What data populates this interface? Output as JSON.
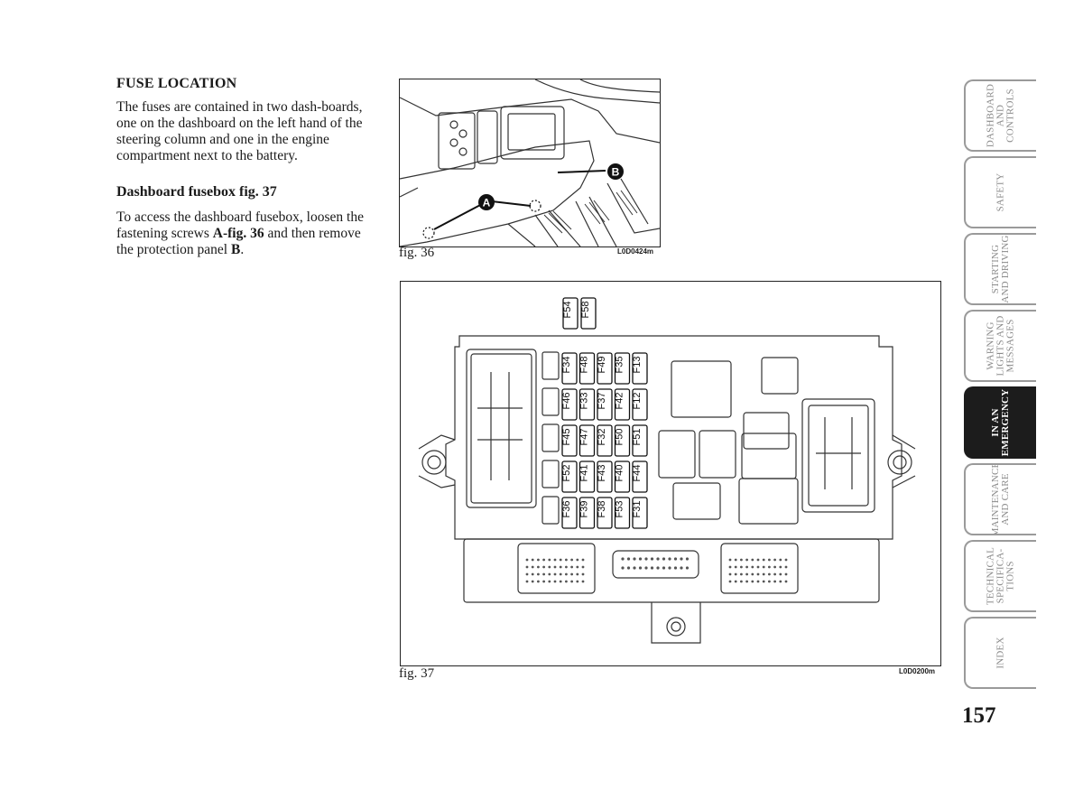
{
  "heading_fuse_location": "FUSE LOCATION",
  "intro_text": "The fuses are contained in two dash-boards, one on the dashboard on the left hand of the steering column and one in the engine compartment next to the battery.",
  "heading_dashboard_fusebox": "Dashboard fusebox fig. 37",
  "access_text_1": "To access the dashboard fusebox, loosen the fastening screws ",
  "access_ref_1": "A-fig. 36",
  "access_text_2": " and then remove the protection panel ",
  "access_ref_2": "B",
  "access_text_3": ".",
  "fig36": {
    "caption": "fig. 36",
    "code": "L0D0424m",
    "label_a": "A",
    "label_b": "B"
  },
  "fig37": {
    "caption": "fig. 37",
    "code": "L0D0200m",
    "top_fuses": [
      "F54",
      "F58"
    ],
    "fuse_columns": [
      [
        "F34",
        "F46",
        "F45",
        "F52",
        "F36"
      ],
      [
        "F48",
        "F33",
        "F47",
        "F41",
        "F39"
      ],
      [
        "F49",
        "F37",
        "F32",
        "F43",
        "F38"
      ],
      [
        "F35",
        "F42",
        "F50",
        "F40",
        "F53"
      ],
      [
        "F13",
        "F12",
        "F51",
        "F44",
        "F31"
      ]
    ]
  },
  "tabs": [
    {
      "label": "DASHBOARD\nAND\nCONTROLS",
      "active": false
    },
    {
      "label": "SAFETY",
      "active": false
    },
    {
      "label": "STARTING\nAND DRIVING",
      "active": false
    },
    {
      "label": "WARNING\nLIGHTS AND\nMESSAGES",
      "active": false
    },
    {
      "label": "IN AN\nEMERGENCY",
      "active": true
    },
    {
      "label": "MAINTENANCE\nAND CARE",
      "active": false
    },
    {
      "label": "TECHNICAL\nSPECIFICA-\nTIONS",
      "active": false
    },
    {
      "label": "INDEX",
      "active": false
    }
  ],
  "page_number": "157"
}
